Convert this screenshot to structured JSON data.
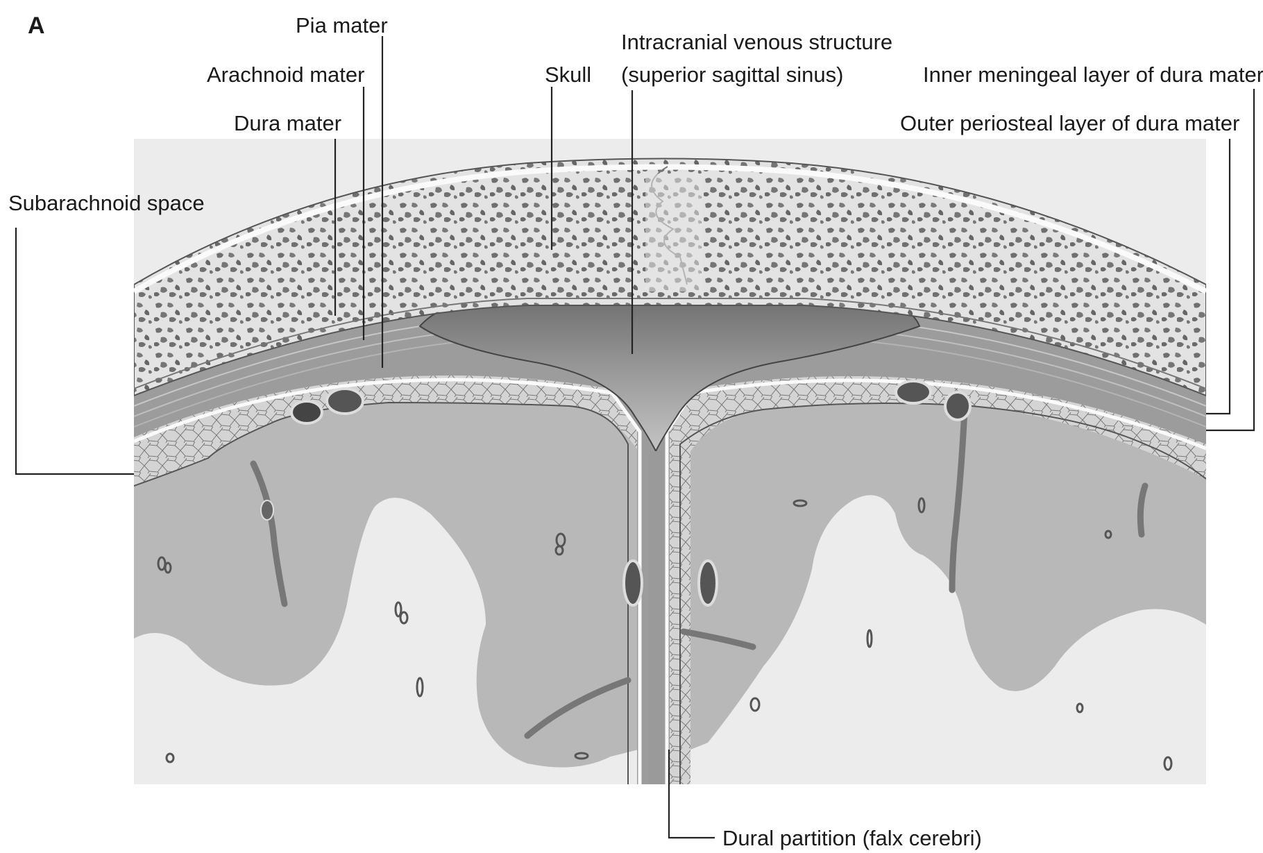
{
  "panel_letter": "A",
  "labels": {
    "pia_mater": "Pia mater",
    "arachnoid_mater": "Arachnoid mater",
    "dura_mater": "Dura mater",
    "subarachnoid_space": "Subarachnoid space",
    "skull": "Skull",
    "venous_line1": "Intracranial venous structure",
    "venous_line2": "(superior sagittal sinus)",
    "inner_meningeal": "Inner meningeal layer of dura mater",
    "outer_periosteal": "Outer periosteal layer of dura mater",
    "dural_partition": "Dural partition (falx cerebri)"
  },
  "colors": {
    "bone": "#e6e6e6",
    "bone_spot": "#6f6f6f",
    "dura": "#9a9a9a",
    "arachnoid": "#d2d2d2",
    "grey_matter": "#b9b9b9",
    "white_matter": "#ebebeb",
    "sinus": "#8a8a8a"
  }
}
